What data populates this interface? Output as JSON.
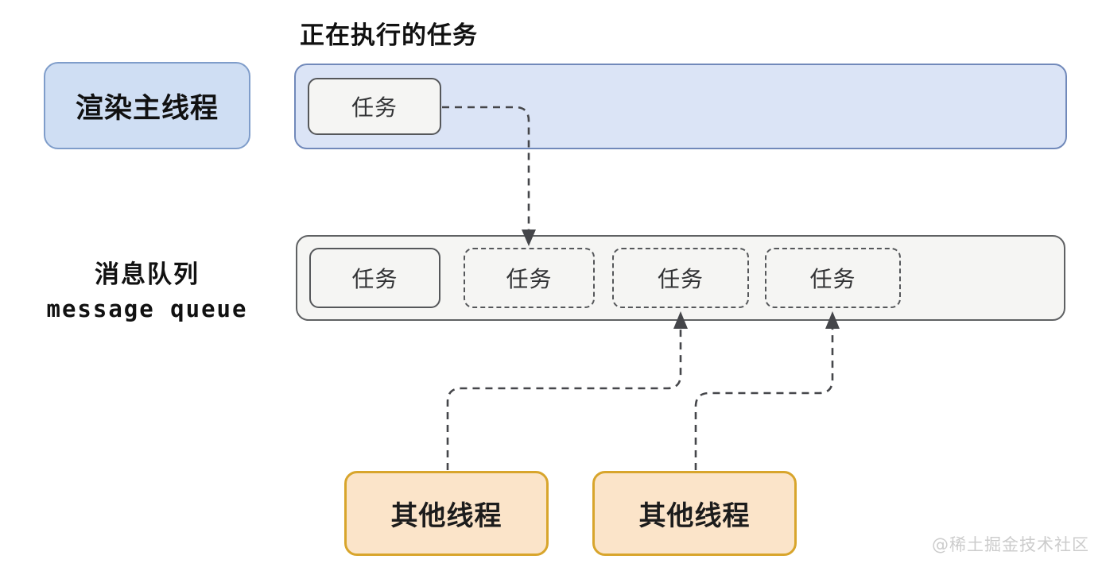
{
  "diagram": {
    "title": "正在执行的任务",
    "main_thread": {
      "label": "渲染主线程",
      "running_task": "任务"
    },
    "message_queue": {
      "label_zh": "消息队列",
      "label_en": "message queue",
      "tasks": [
        {
          "label": "任务",
          "style": "solid"
        },
        {
          "label": "任务",
          "style": "dashed"
        },
        {
          "label": "任务",
          "style": "dashed"
        },
        {
          "label": "任务",
          "style": "dashed"
        }
      ]
    },
    "other_threads": [
      {
        "label": "其他线程"
      },
      {
        "label": "其他线程"
      }
    ],
    "watermark": "@稀土掘金技术社区",
    "colors": {
      "blue_fill": "#cfdef3",
      "blue_border": "#7f9dca",
      "track_fill": "#dbe4f6",
      "track_border": "#7189ba",
      "gray_fill": "#f5f5f3",
      "gray_border": "#5f6163",
      "task_border": "#55575a",
      "orange_fill": "#fbe4c9",
      "orange_border": "#d8a52c",
      "arrow_color": "#45464a",
      "text_dark": "#111111",
      "task_text": "#323335",
      "watermark_color": "#cccccc"
    }
  }
}
